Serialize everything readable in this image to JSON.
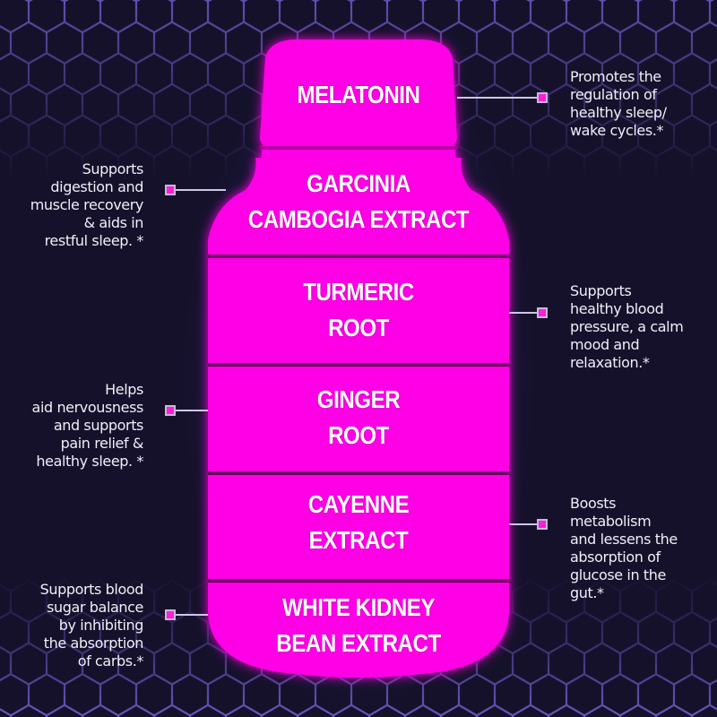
{
  "theme": {
    "background": "#15112b",
    "bottle_fill": "#ff00e6",
    "divider": "#6a0060",
    "hex_grid": "#7a62d6",
    "marker_fill": "#ff1fd8",
    "marker_border": "#c7b8da",
    "text": "#ffffff"
  },
  "ingredients": [
    {
      "name_lines": [
        "MELATONIN"
      ],
      "benefit_side": "right",
      "benefit_lines": [
        "Promotes the",
        "regulation of",
        "healthy sleep/",
        "wake cycles.*"
      ]
    },
    {
      "name_lines": [
        "GARCINIA",
        "CAMBOGIA EXTRACT"
      ],
      "benefit_side": "left",
      "benefit_lines": [
        "Supports",
        "digestion and",
        "muscle recovery",
        "& aids in",
        "restful sleep. *"
      ]
    },
    {
      "name_lines": [
        "TURMERIC",
        "ROOT"
      ],
      "benefit_side": "right",
      "benefit_lines": [
        "Supports",
        "healthy blood",
        "pressure, a calm",
        "mood and",
        "relaxation.*"
      ]
    },
    {
      "name_lines": [
        "GINGER",
        "ROOT"
      ],
      "benefit_side": "left",
      "benefit_lines": [
        "Helps",
        "aid nervousness",
        "and supports",
        "pain relief &",
        "healthy sleep. *"
      ]
    },
    {
      "name_lines": [
        "CAYENNE",
        "EXTRACT"
      ],
      "benefit_side": "right",
      "benefit_lines": [
        "Boosts",
        "metabolism",
        "and lessens the",
        "absorption of",
        "glucose in the",
        "gut.*"
      ]
    },
    {
      "name_lines": [
        "WHITE KIDNEY",
        "BEAN EXTRACT"
      ],
      "benefit_side": "left",
      "benefit_lines": [
        "Supports blood",
        "sugar balance",
        "by inhibiting",
        "the absorption",
        "of carbs.*"
      ]
    }
  ]
}
